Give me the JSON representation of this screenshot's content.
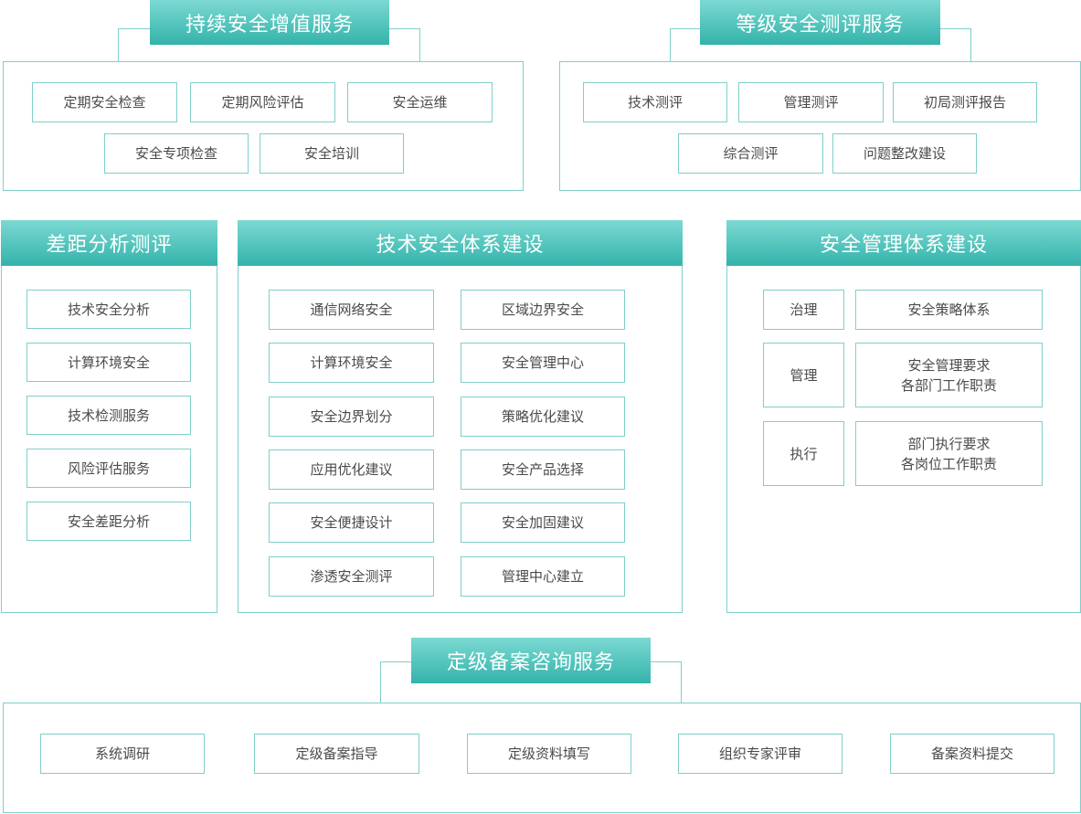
{
  "sections": {
    "continuous": {
      "title": "持续安全增值服务",
      "items": [
        "定期安全检查",
        "定期风险评估",
        "安全运维",
        "安全专项检查",
        "安全培训"
      ]
    },
    "graded": {
      "title": "等级安全测评服务",
      "items": [
        "技术测评",
        "管理测评",
        "初局测评报告",
        "综合测评",
        "问题整改建设"
      ]
    },
    "gap": {
      "title": "差距分析测评",
      "items": [
        "技术安全分析",
        "计算环境安全",
        "技术检测服务",
        "风险评估服务",
        "安全差距分析"
      ]
    },
    "tech": {
      "title": "技术安全体系建设",
      "left": [
        "通信网络安全",
        "计算环境安全",
        "安全边界划分",
        "应用优化建议",
        "安全便捷设计",
        "渗透安全测评"
      ],
      "right": [
        "区域边界安全",
        "安全管理中心",
        "策略优化建议",
        "安全产品选择",
        "安全加固建议",
        "管理中心建立"
      ]
    },
    "mgmt": {
      "title": "安全管理体系建设",
      "rows": [
        {
          "label": "治理",
          "lines": [
            "安全策略体系"
          ]
        },
        {
          "label": "管理",
          "lines": [
            "安全管理要求",
            "各部门工作职责"
          ]
        },
        {
          "label": "执行",
          "lines": [
            "部门执行要求",
            "各岗位工作职责"
          ]
        }
      ]
    },
    "filing": {
      "title": "定级备案咨询服务",
      "items": [
        "系统调研",
        "定级备案指导",
        "定级资料填写",
        "组织专家评审",
        "备案资料提交"
      ]
    }
  },
  "colors": {
    "accent_light": "#7cd9d2",
    "accent_dark": "#33b3ab",
    "border": "#7fcfc9",
    "text": "#4a4a4a"
  }
}
